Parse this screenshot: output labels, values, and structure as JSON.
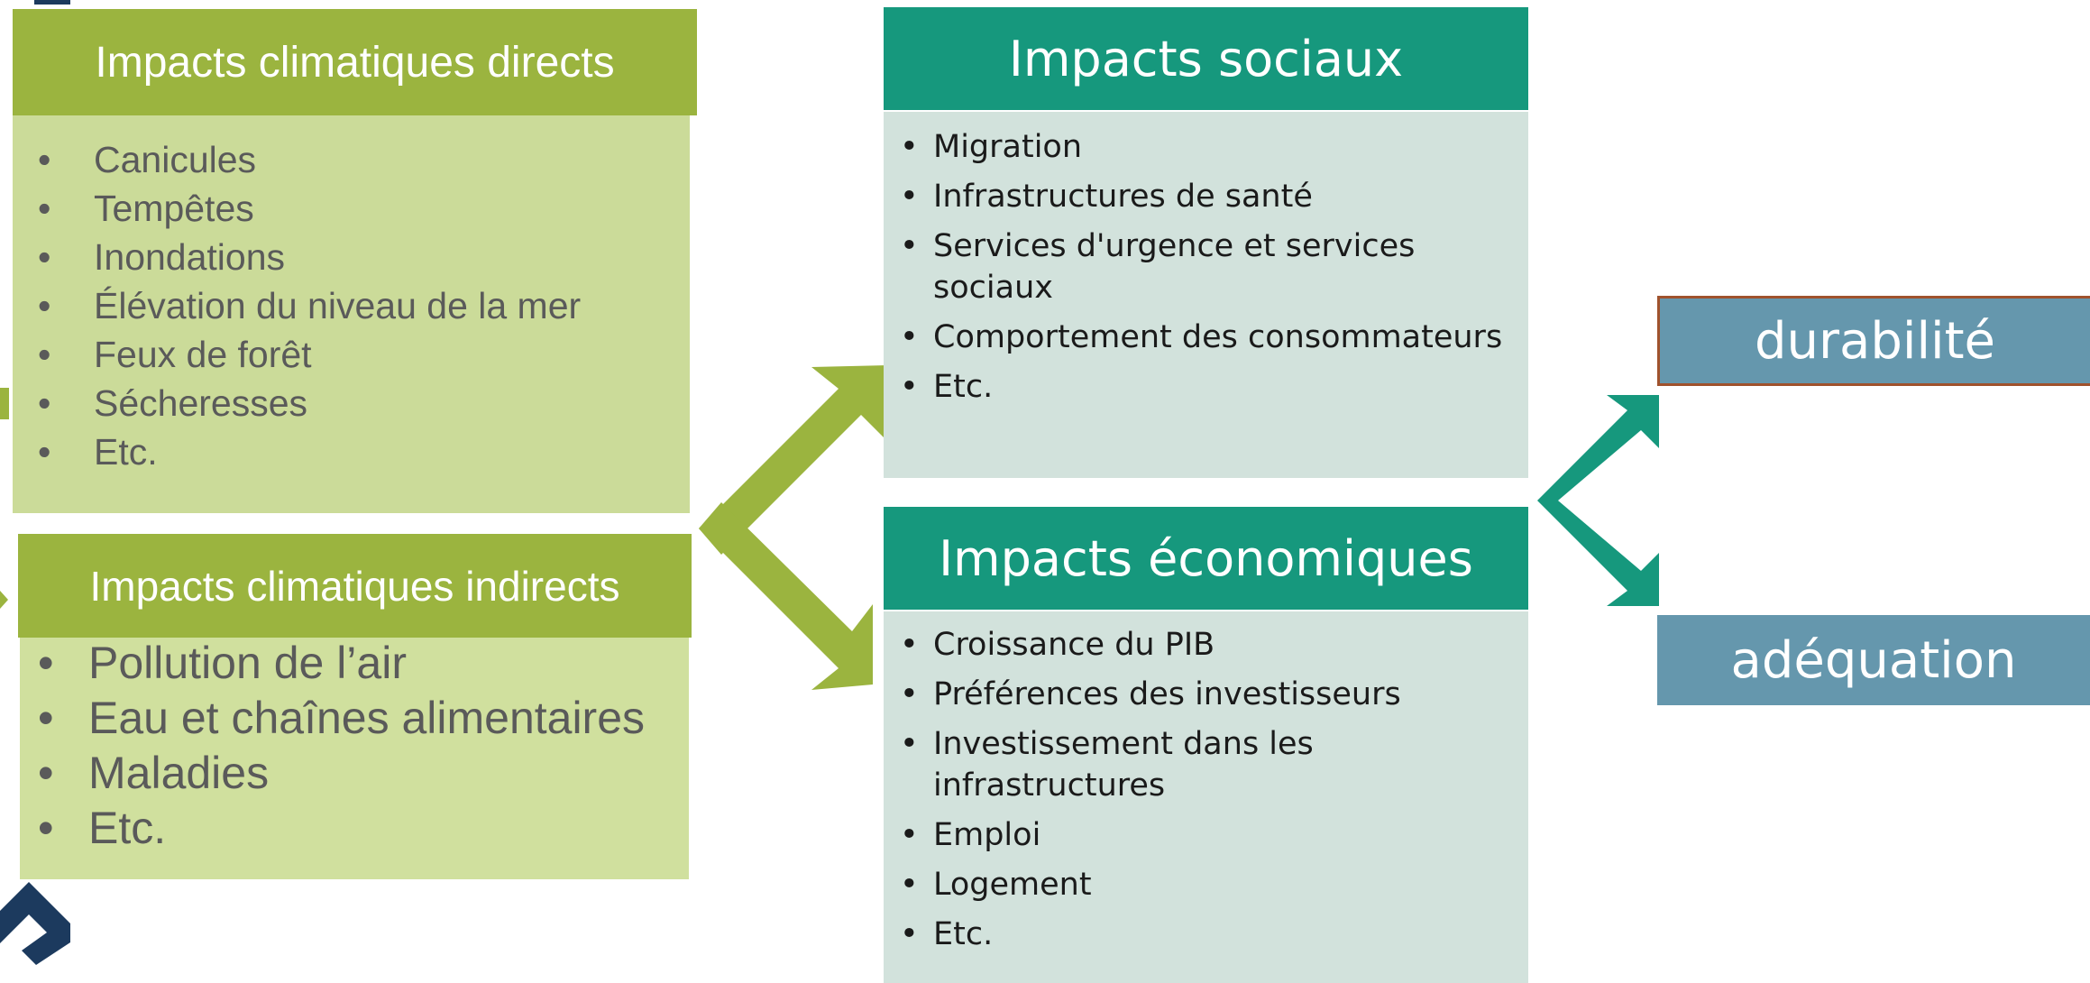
{
  "colors": {
    "green_header": "#9bb43f",
    "green_body": "#cbdb99",
    "teal_header": "#16987d",
    "teal_body": "#d2e2dc",
    "blue_box": "#6597ad",
    "navy_logo": "#1c3a5e"
  },
  "direct": {
    "title": "Impacts climatiques directs",
    "items": [
      "Canicules",
      "Tempêtes",
      "Inondations",
      "Élévation du niveau de la mer",
      "Feux de forêt",
      "Sécheresses",
      "Etc."
    ]
  },
  "indirect": {
    "title": "Impacts climatiques indirects",
    "items": [
      "Pollution de l’air",
      "Eau et chaînes alimentaires",
      "Maladies",
      "Etc."
    ]
  },
  "social": {
    "title": "Impacts sociaux",
    "items": [
      "Migration",
      "Infrastructures de santé",
      " Services d'urgence et services sociaux",
      "Comportement des consommateurs",
      "Etc."
    ]
  },
  "economic": {
    "title": "Impacts économiques",
    "items": [
      "Croissance du PIB",
      "Préférences des investisseurs",
      "Investissement dans les infrastructures",
      "Emploi",
      "Logement",
      "Etc."
    ]
  },
  "outcomes": {
    "top": "durabilité",
    "bottom": "adéquation"
  }
}
